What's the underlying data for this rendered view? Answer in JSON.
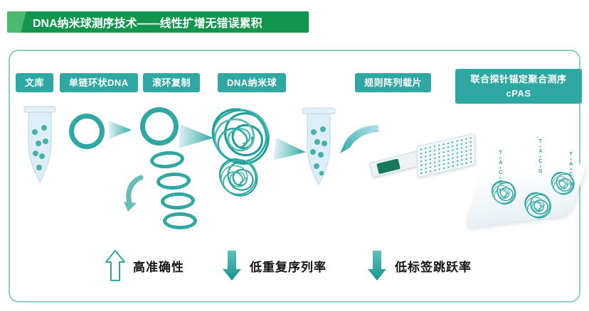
{
  "header": {
    "title": "DNA纳米球测序技术——线性扩增无错误累积"
  },
  "panel": {
    "steps": [
      {
        "label": "文库"
      },
      {
        "label": "单链环状DNA"
      },
      {
        "label": "滚环复制"
      },
      {
        "label": "DNA纳米球"
      },
      {
        "label": "规则阵列载片"
      },
      {
        "label": "联合探针锚定聚合测序",
        "sublabel": "cPAS"
      }
    ],
    "bases": [
      "T",
      "A",
      "C",
      "G"
    ],
    "metrics": [
      {
        "direction": "up",
        "label": "高准确性"
      },
      {
        "direction": "down",
        "label": "低重复序列率"
      },
      {
        "direction": "down",
        "label": "低标签跳跃率"
      }
    ]
  },
  "colors": {
    "accent_teal": "#2FA8A3",
    "header_green": "#12954D",
    "header_green_light": "#4BBA70",
    "panel_border": "#8AD0BA",
    "slide_green": "#15795A"
  }
}
